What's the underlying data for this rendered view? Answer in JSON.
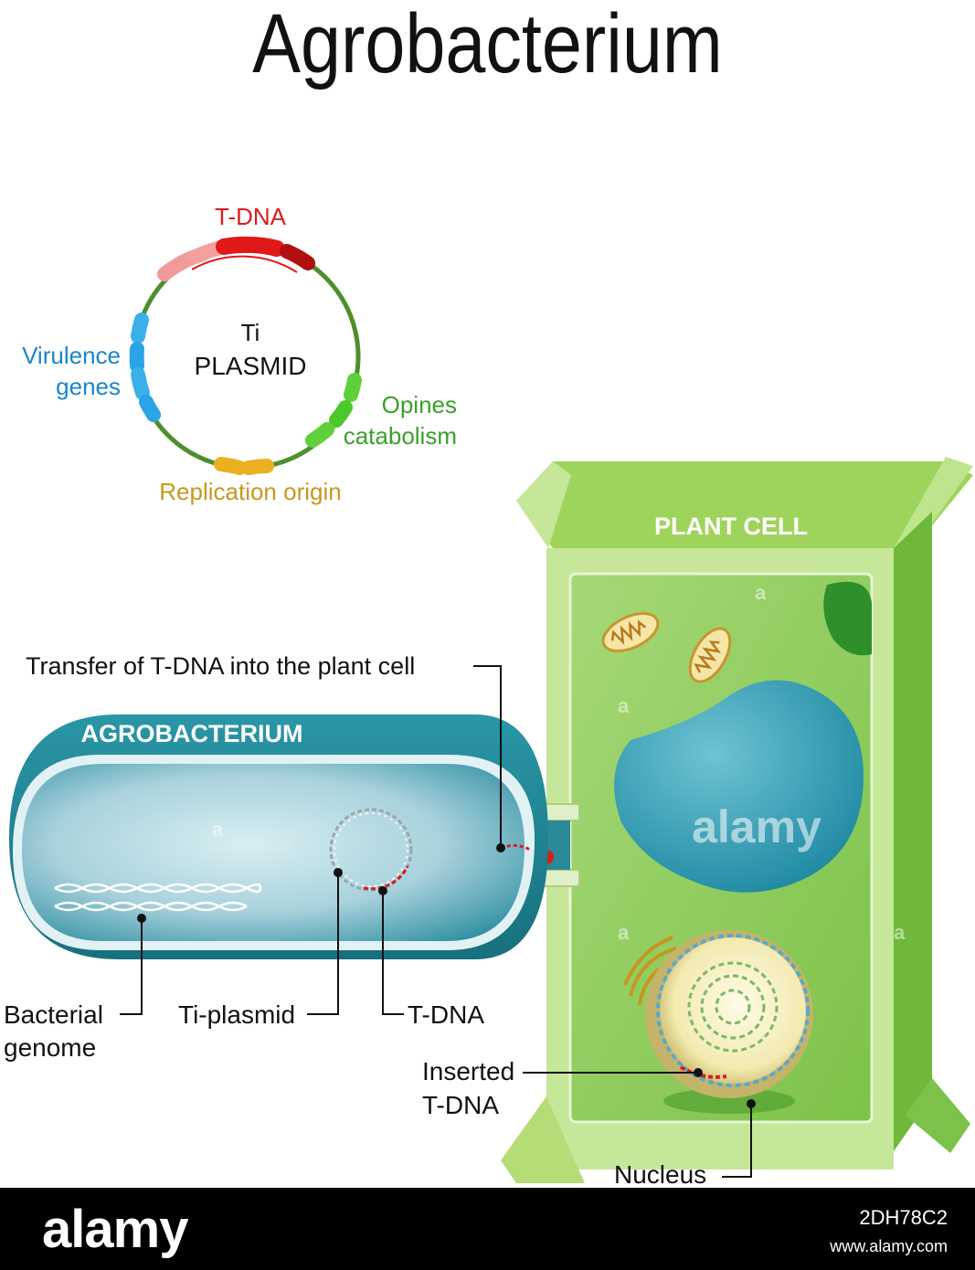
{
  "title": "Agrobacterium",
  "plasmid": {
    "label_line1": "Ti",
    "label_line2": "PLASMID",
    "tdna": "T-DNA",
    "virulence_line1": "Virulence",
    "virulence_line2": "genes",
    "opines_line1": "Opines",
    "opines_line2": "catabolism",
    "replication": "Replication origin"
  },
  "plant_cell_title": "PLANT CELL",
  "bacterium_title": "AGROBACTERIUM",
  "callouts": {
    "transfer": "Transfer of T-DNA into the plant cell",
    "bacterial_genome_line1": "Bacterial",
    "bacterial_genome_line2": "genome",
    "ti_plasmid": "Ti-plasmid",
    "tdna": "T-DNA",
    "inserted_line1": "Inserted",
    "inserted_line2": "T-DNA",
    "nucleus": "Nucleus"
  },
  "watermark": {
    "center": "alamy",
    "small": "a"
  },
  "footer": {
    "logo": "alamy",
    "image_id": "2DH78C2",
    "url": "www.alamy.com"
  },
  "colors": {
    "tdna": "#d81e1e",
    "virulence": "#1a86c8",
    "opines": "#3aa12a",
    "replication": "#c8961e",
    "plasmid_ring": "#4c8f2c",
    "cell_wall": "#b6dc78",
    "cytoplasm": "#8ccc5a",
    "bacterium": "#1e8a9a",
    "vacuole": "#2e9fb8"
  }
}
